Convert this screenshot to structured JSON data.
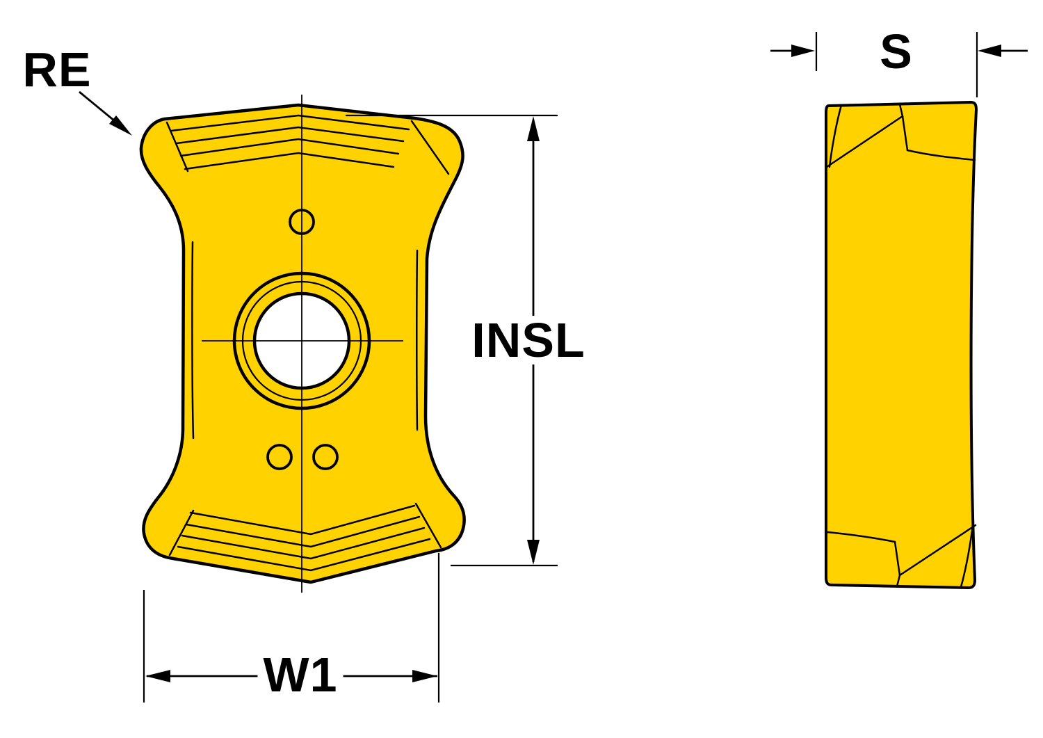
{
  "drawing": {
    "labels": {
      "corner_radius": "RE",
      "insert_length": "INSL",
      "width": "W1",
      "thickness": "S"
    },
    "colors": {
      "insert_fill": "#FFD200",
      "outline": "#000000",
      "background": "#FFFFFF",
      "bore_fill": "#FFFFFF"
    }
  }
}
